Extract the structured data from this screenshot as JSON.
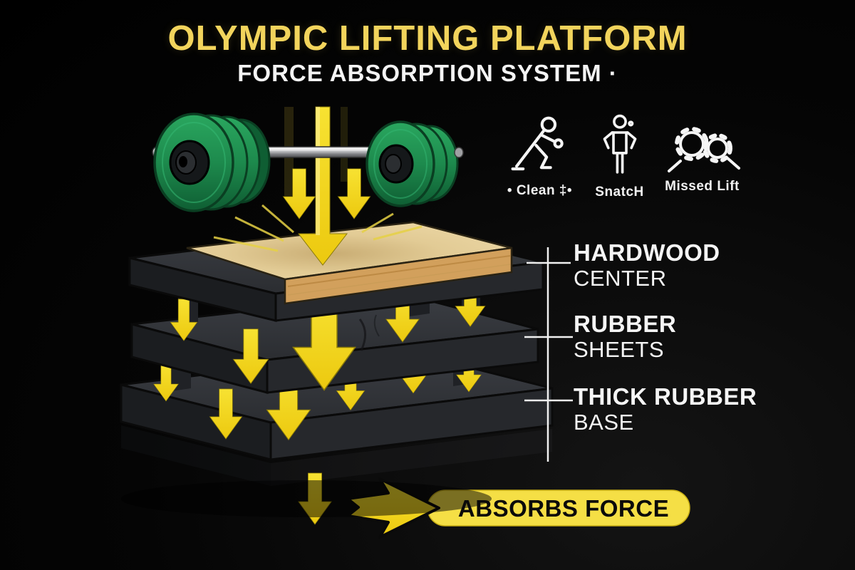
{
  "header": {
    "title": "OLYMPIC LIFTING PLATFORM",
    "subtitle": "FORCE ABSORPTION SYSTEM ·"
  },
  "lift_types": {
    "items": [
      {
        "label": "• Clean ‡•",
        "icon": "clean-lunge-icon"
      },
      {
        "label": "SnatcH",
        "icon": "snatch-figure-icon"
      },
      {
        "label": "Missed Lift",
        "icon": "gears-crash-icon"
      }
    ]
  },
  "layers": {
    "items": [
      {
        "line1": "HARDWOOD",
        "line2": "CENTER"
      },
      {
        "line1": "RUBBER",
        "line2": "SHEETS"
      },
      {
        "line1": "THICK RUBBER",
        "line2": "BASE"
      }
    ]
  },
  "callout": {
    "label": "ABSORBS FORCE"
  },
  "colors": {
    "title_yellow": "#f2d45c",
    "arrow_yellow": "#f2d718",
    "pill_yellow": "#f5df45",
    "wood_top": "#e8d3a2",
    "wood_front": "#d2a05c",
    "rubber_top": "#34373c",
    "rubber_front": "#26282c",
    "rubber_side": "#1c1e21",
    "plate_green": "#1f8a50",
    "label_white": "#f5f5f5",
    "background": "#000000"
  }
}
